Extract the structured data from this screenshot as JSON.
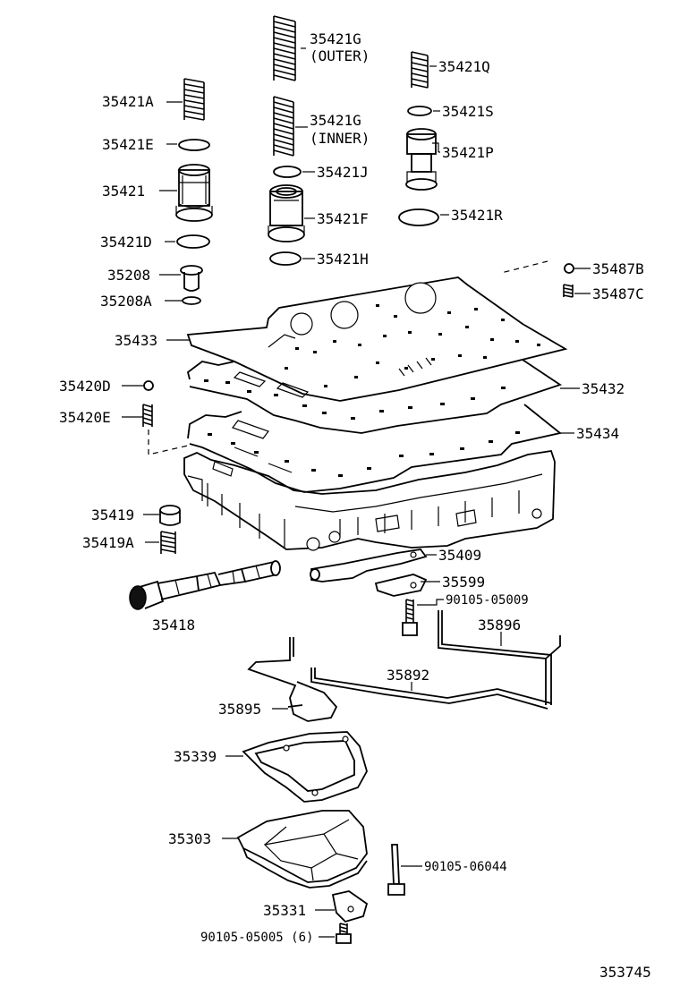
{
  "diagram_id": "353745",
  "parts": [
    {
      "key": "p35421G_outer",
      "line1": "35421G",
      "line2": "(OUTER)"
    },
    {
      "key": "p35421G_inner",
      "line1": "35421G",
      "line2": "(INNER)"
    },
    {
      "key": "p35421Q",
      "line1": "35421Q"
    },
    {
      "key": "p35421A",
      "line1": "35421A"
    },
    {
      "key": "p35421S",
      "line1": "35421S"
    },
    {
      "key": "p35421E",
      "line1": "35421E"
    },
    {
      "key": "p35421J",
      "line1": "35421J"
    },
    {
      "key": "p35421P",
      "line1": "35421P"
    },
    {
      "key": "p35421",
      "line1": "35421"
    },
    {
      "key": "p35421F",
      "line1": "35421F"
    },
    {
      "key": "p35421R",
      "line1": "35421R"
    },
    {
      "key": "p35421D",
      "line1": "35421D"
    },
    {
      "key": "p35421H",
      "line1": "35421H"
    },
    {
      "key": "p35208",
      "line1": "35208"
    },
    {
      "key": "p35487B",
      "line1": "35487B"
    },
    {
      "key": "p35208A",
      "line1": "35208A"
    },
    {
      "key": "p35487C",
      "line1": "35487C"
    },
    {
      "key": "p35433",
      "line1": "35433"
    },
    {
      "key": "p35420D",
      "line1": "35420D"
    },
    {
      "key": "p35432",
      "line1": "35432"
    },
    {
      "key": "p35420E",
      "line1": "35420E"
    },
    {
      "key": "p35434",
      "line1": "35434"
    },
    {
      "key": "p35419",
      "line1": "35419"
    },
    {
      "key": "p35419A",
      "line1": "35419A"
    },
    {
      "key": "p35409",
      "line1": "35409"
    },
    {
      "key": "p35599",
      "line1": "35599"
    },
    {
      "key": "p90105_05009",
      "line1": "90105-05009"
    },
    {
      "key": "p35418",
      "line1": "35418"
    },
    {
      "key": "p35896",
      "line1": "35896"
    },
    {
      "key": "p35892",
      "line1": "35892"
    },
    {
      "key": "p35895",
      "line1": "35895"
    },
    {
      "key": "p35339",
      "line1": "35339"
    },
    {
      "key": "p35303",
      "line1": "35303"
    },
    {
      "key": "p90105_06044",
      "line1": "90105-06044"
    },
    {
      "key": "p35331",
      "line1": "35331"
    },
    {
      "key": "p90105_05005",
      "line1": "90105-05005 (6)"
    }
  ]
}
